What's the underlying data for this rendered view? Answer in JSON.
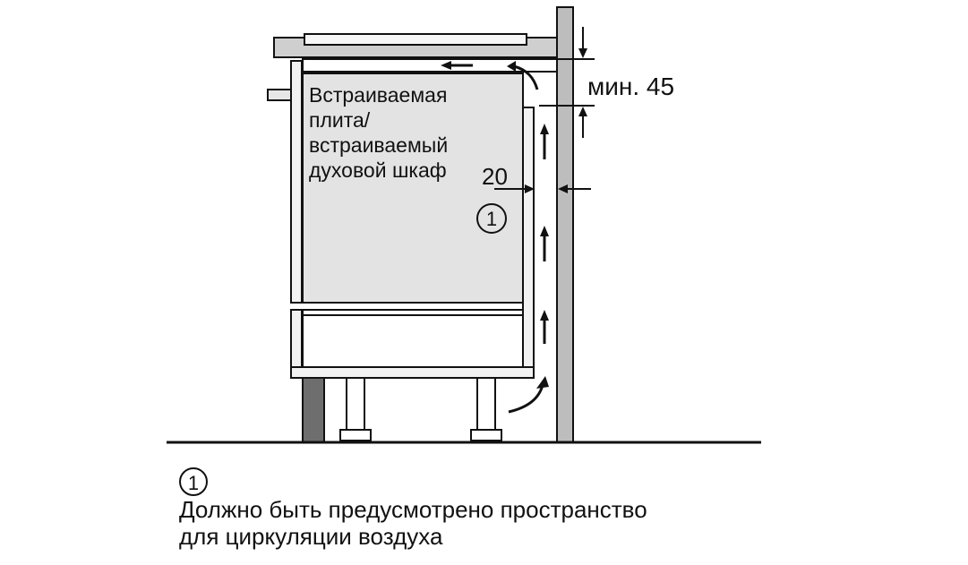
{
  "labels": {
    "appliance_line1": "Встраиваемая",
    "appliance_line2": "плита/",
    "appliance_line3": "встраиваемый",
    "appliance_line4": "духовой шкаф",
    "gap_side": "20",
    "gap_top": "мин. 45",
    "marker": "1"
  },
  "legend": {
    "marker": "1",
    "line1": "Должно быть предусмотрено пространство",
    "line2": "для циркуляции воздуха"
  },
  "colors": {
    "ink": "#111111",
    "appliance_fill": "#e3e3e3",
    "frame_fill": "#f2f2f2",
    "wall_fill": "#bdbdbd",
    "dark_panel": "#6e6e6e"
  }
}
